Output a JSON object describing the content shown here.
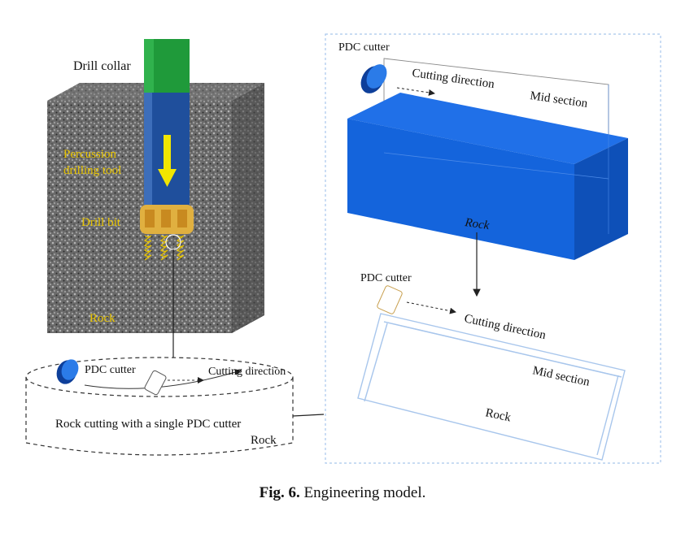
{
  "left_panel": {
    "drill_collar": "Drill collar",
    "percussion_tool_line1": "Percussion",
    "percussion_tool_line2": "drilling tool",
    "drill_bit": "Drill bit",
    "rock": "Rock"
  },
  "bottom_panel": {
    "pdc_cutter": "PDC cutter",
    "cutting_direction": "Cutting direction",
    "description": "Rock cutting with a single PDC cutter",
    "rock": "Rock"
  },
  "right_top": {
    "pdc_cutter": "PDC cutter",
    "cutting_direction": "Cutting direction",
    "mid_section": "Mid section",
    "rock": "Rock"
  },
  "right_bottom": {
    "pdc_cutter": "PDC cutter",
    "cutting_direction": "Cutting direction",
    "mid_section": "Mid section",
    "rock": "Rock"
  },
  "caption": {
    "label": "Fig. 6.",
    "text": "Engineering model."
  },
  "colors": {
    "rock_block": "#1464dc",
    "drill_collar": "#1f9a3a",
    "drill_tool": "#1f4f9c",
    "arrow": "#f2e600",
    "label_yellow": "#e8c400",
    "outline_light": "#a8c6ec"
  }
}
